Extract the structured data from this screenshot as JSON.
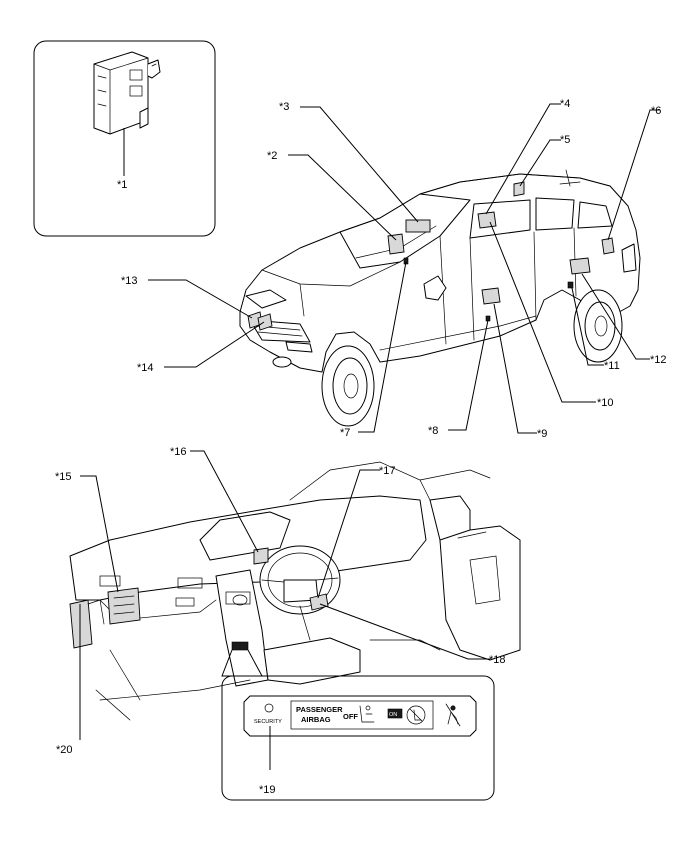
{
  "callouts": {
    "c1": "*1",
    "c2": "*2",
    "c3": "*3",
    "c4": "*4",
    "c5": "*5",
    "c6": "*6",
    "c7": "*7",
    "c8": "*8",
    "c9": "*9",
    "c10": "*10",
    "c11": "*11",
    "c12": "*12",
    "c13": "*13",
    "c14": "*14",
    "c15": "*15",
    "c16": "*16",
    "c17": "*17",
    "c18": "*18",
    "c19": "*19",
    "c20": "*20"
  },
  "panel": {
    "security": "SECURITY",
    "passenger": "PASSENGER",
    "airbag": "AIRBAG",
    "off": "OFF",
    "on": "ON"
  }
}
